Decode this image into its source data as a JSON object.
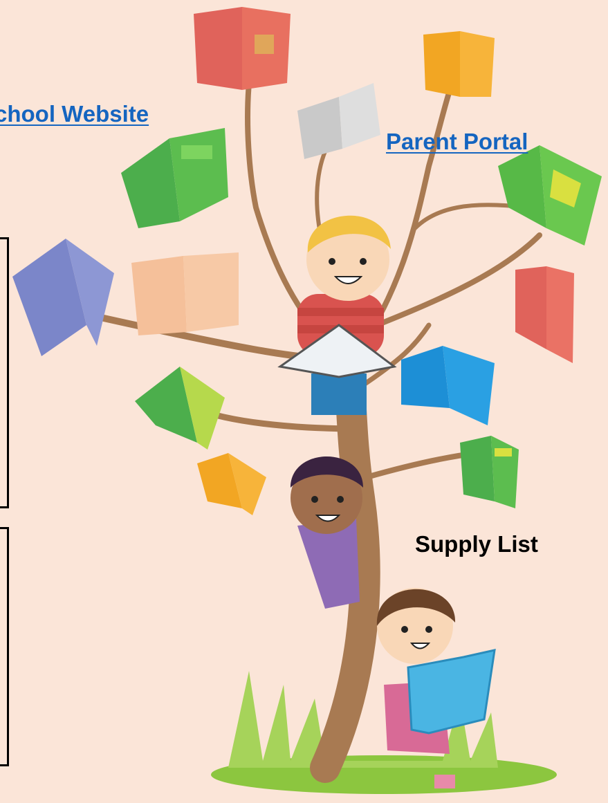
{
  "links": {
    "school_website": "chool Website",
    "parent_portal": "Parent Portal",
    "supply_list": "Supply List"
  },
  "colors": {
    "background": "#fbe5d8",
    "link": "#1565c0",
    "trunk": "#a87a52"
  },
  "illustration": {
    "subject": "tree-of-books",
    "icons": [
      "book-icon",
      "child-icon",
      "grass-icon"
    ]
  }
}
